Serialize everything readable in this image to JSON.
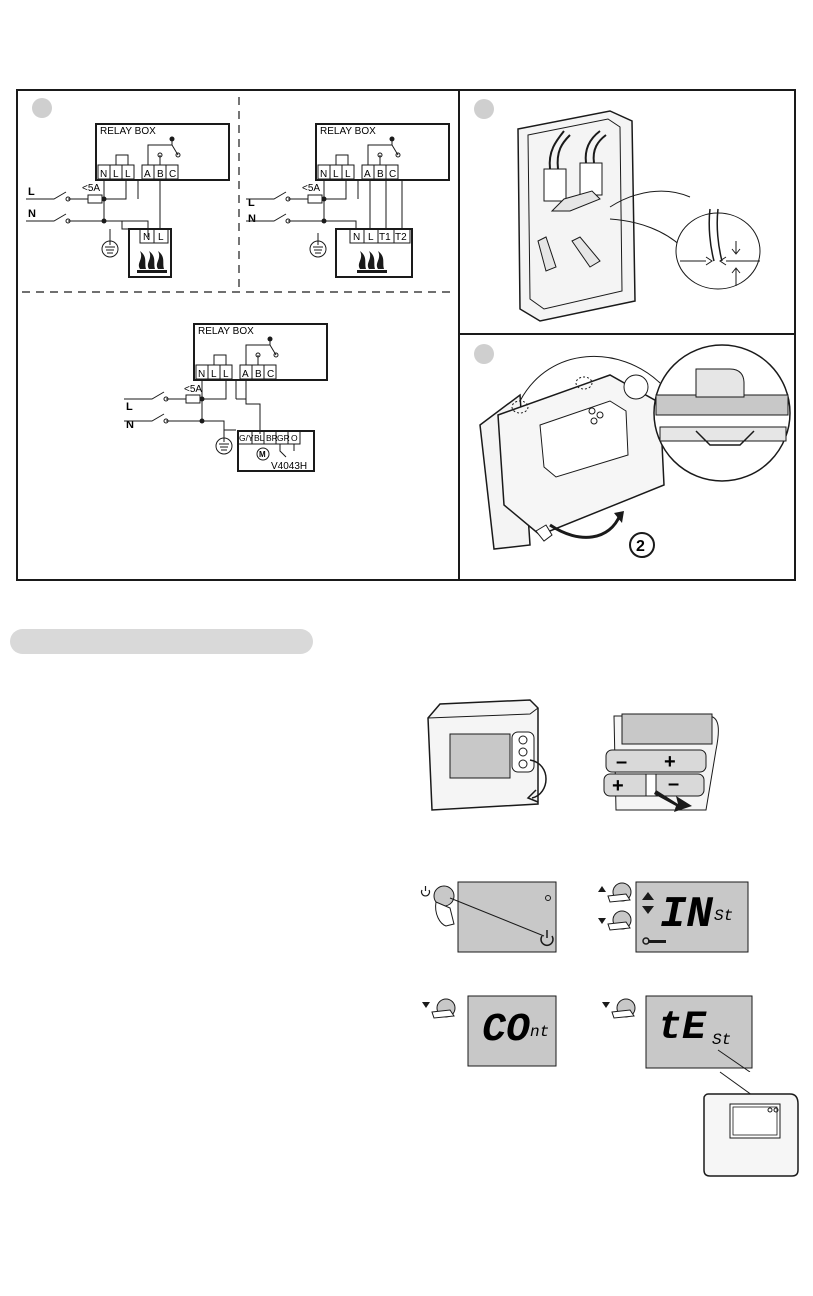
{
  "wiring": {
    "relay_box_label": "RELAY BOX",
    "relay_terminals": [
      "N",
      "L",
      "L",
      "A",
      "B",
      "C"
    ],
    "line_label": "L",
    "neutral_label": "N",
    "fuse_label": "<5A",
    "boiler_1_terminals": [
      "N",
      "L"
    ],
    "boiler_2_terminals": [
      "N",
      "L",
      "T1",
      "T2"
    ],
    "valve_terminals": [
      "G/Y",
      "BL",
      "BR",
      "GR",
      "O"
    ],
    "valve_model": "V4043H",
    "motor_label": "M"
  },
  "steps": {
    "step_2_badge": "2"
  },
  "display": {
    "screen_1": "IN",
    "screen_1_suffix": "St",
    "screen_2": "CO",
    "screen_2_suffix": "nt",
    "screen_3": "tE",
    "screen_3_suffix": "St"
  },
  "battery": {
    "plus_symbol": "+",
    "minus_symbol": "–"
  },
  "colors": {
    "lcd": "#c8c8c8",
    "line": "#1a1a1a",
    "marker": "#cfcfcf"
  }
}
